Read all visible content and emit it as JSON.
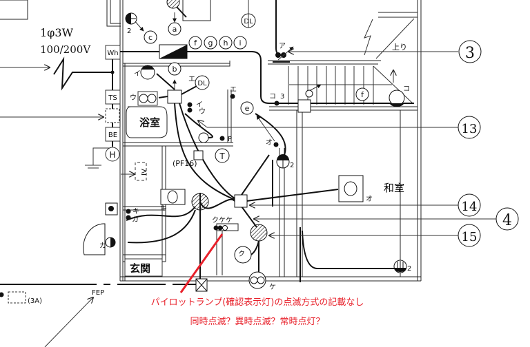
{
  "supply": {
    "phase": "1φ3W",
    "voltage": "100/200V"
  },
  "boxes": {
    "meter": "Wh",
    "ts": "TS",
    "be": "BE",
    "h": "H",
    "timer": "T",
    "pf": "(PF16)",
    "iv": "IV",
    "fep": "FEP",
    "breaker": "(3A)"
  },
  "rooms": {
    "bath": "浴室",
    "washitsu": "和室",
    "genkan": "玄関",
    "stairs_up": "上り"
  },
  "circles": {
    "a": "a",
    "b": "b",
    "c": "c",
    "e": "e",
    "f": "f",
    "g": "g",
    "h": "h",
    "i": "i",
    "f2": "f",
    "dl1": "DL",
    "dl2": "DL"
  },
  "callouts": {
    "c3": "3",
    "c13": "13",
    "c14": "14",
    "c4": "4",
    "c15": "15"
  },
  "switch_labels": {
    "a": "ア",
    "i": "イ",
    "i2": "イ",
    "u": "ウ",
    "u2": "ウ",
    "e": "エ",
    "e2": "エ",
    "o": "オ",
    "o2": "オ",
    "ka": "カ",
    "ka2": "カ",
    "ki": "キ",
    "ki2": "キ",
    "ku": "ク",
    "kukeke": "クケケ",
    "ke": "ケ",
    "ko": "コ",
    "ko2": "コ",
    "p": "P"
  },
  "counts": {
    "n2a": "2",
    "n2b": "2",
    "n2c": "2",
    "n3": "3"
  },
  "annotation": {
    "line1": "パイロットランプ(確認表示灯)の点滅方式の記載なし",
    "line2": "同時点滅？異時点滅？常時点灯？"
  },
  "colors": {
    "annotation": "#e8202a"
  }
}
